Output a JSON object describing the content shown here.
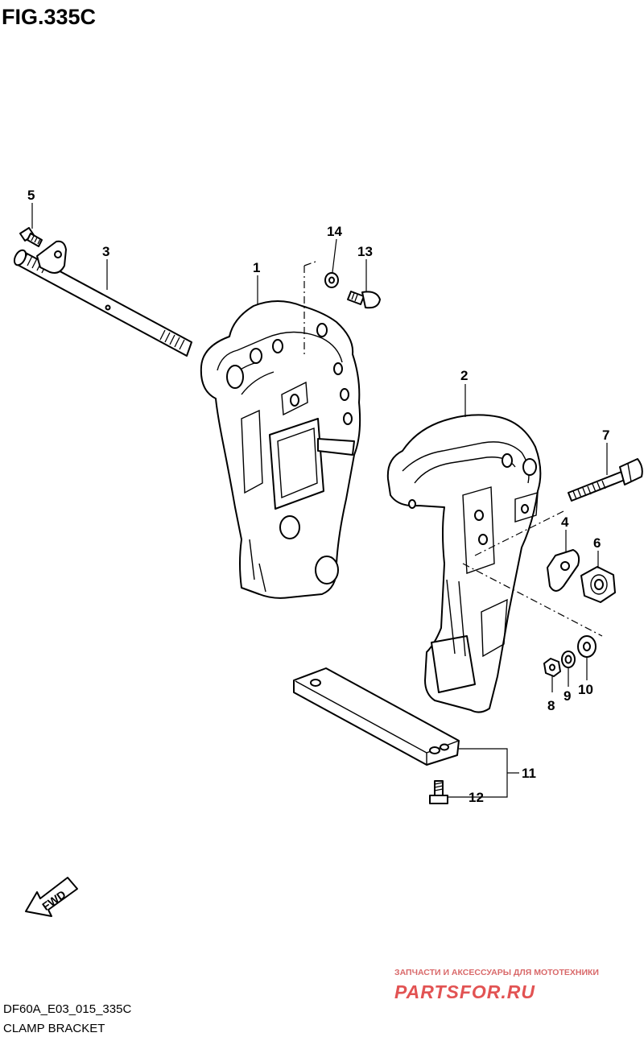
{
  "figure": {
    "title": "FIG.335C",
    "code": "DF60A_E03_015_335C",
    "caption": "CLAMP BRACKET"
  },
  "callouts": {
    "p1": "1",
    "p2": "2",
    "p3": "3",
    "p4": "4",
    "p5": "5",
    "p6": "6",
    "p7": "7",
    "p8": "8",
    "p9": "9",
    "p10": "10",
    "p11": "11",
    "p12": "12",
    "p13": "13",
    "p14": "14"
  },
  "direction_marker": {
    "label": "FWD"
  },
  "watermark": {
    "line1": "ЗАПЧАСТИ И АКСЕССУАРЫ ДЛЯ МОТОТЕХНИКИ",
    "line2": "PARTSFOR.RU"
  }
}
